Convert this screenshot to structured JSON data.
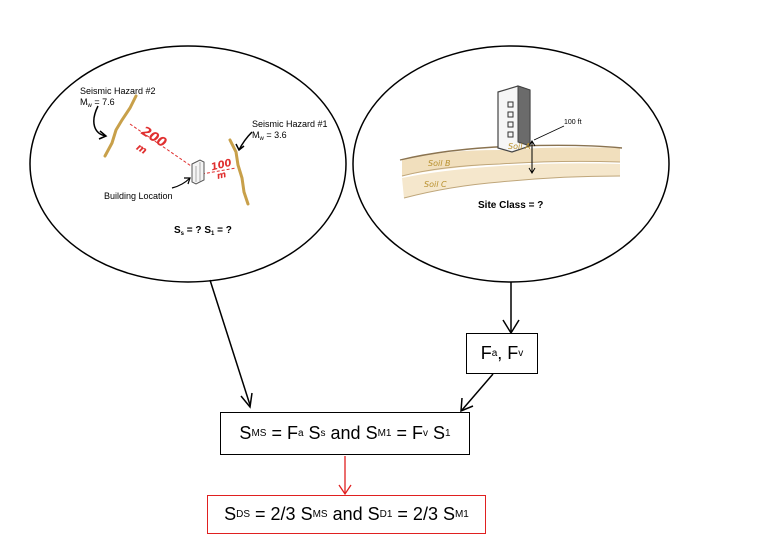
{
  "left_scene": {
    "hazard2_title": "Seismic Hazard #2",
    "hazard2_mw_symbol": "M",
    "hazard2_mw_sub": "w",
    "hazard2_mw_value": " = 7.6",
    "hazard1_title": "Seismic Hazard #1",
    "hazard1_mw_symbol": "M",
    "hazard1_mw_sub": "w",
    "hazard1_mw_value": " = 3.6",
    "building_label": "Building Location",
    "dist_200": "200",
    "dist_200_unit": "m",
    "dist_100": "100",
    "dist_100_unit": "m",
    "question": {
      "s1": "S",
      "s1_sub": "s",
      "s1_q": " = ? ",
      "s2": "S",
      "s2_sub": "1",
      "s2_q": " = ?"
    }
  },
  "right_scene": {
    "depth_label": "100 ft",
    "soil_a": "Soil A",
    "soil_b": "Soil B",
    "soil_c": "Soil C",
    "site_class": "Site Class = ?"
  },
  "box_fa_fv": {
    "t1": "F",
    "t1_sub": "a",
    "sep": ", ",
    "t2": "F",
    "t2_sub": "v"
  },
  "box_sms": {
    "a": "S",
    "a_sub": "MS",
    "b": " = F",
    "b_sub": "a",
    "c": " S",
    "c_sub": "s",
    "d": " and S",
    "d_sub": "M1",
    "e": " = F",
    "e_sub": "v",
    "f": " S",
    "f_sub": "1"
  },
  "box_sds": {
    "a": "S",
    "a_sub": "DS",
    "b": " = 2/3 S",
    "b_sub": "MS",
    "c": " and S",
    "c_sub": "D1",
    "d": " = 2/3 S",
    "d_sub": "M1"
  },
  "colors": {
    "distance_red": "#e03030",
    "fault_tan": "#c8a04a",
    "soil_tan": "#f1dfbd",
    "output_red": "#e02020"
  }
}
